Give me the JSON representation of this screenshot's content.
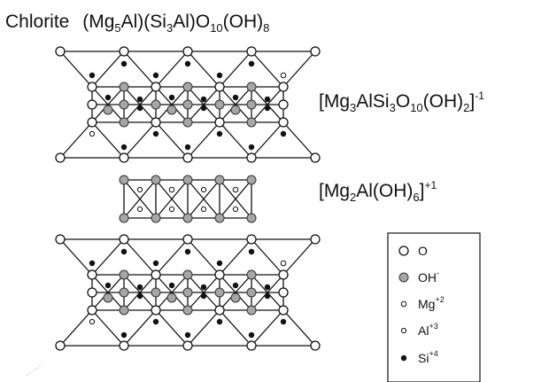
{
  "title": {
    "text": "Chlorite",
    "formula": [
      {
        "t": "(Mg"
      },
      {
        "t": "5",
        "sub": true
      },
      {
        "t": "Al)(Si"
      },
      {
        "t": "3",
        "sub": true
      },
      {
        "t": "Al)O"
      },
      {
        "t": "10",
        "sub": true
      },
      {
        "t": "(OH)"
      },
      {
        "t": "8",
        "sub": true
      }
    ]
  },
  "labels": {
    "tot_layer": [
      {
        "t": "[Mg"
      },
      {
        "t": "3",
        "sub": true
      },
      {
        "t": "AlSi"
      },
      {
        "t": "3",
        "sub": true
      },
      {
        "t": "O"
      },
      {
        "t": "10",
        "sub": true
      },
      {
        "t": "(OH)"
      },
      {
        "t": "2",
        "sub": true
      },
      {
        "t": "]"
      },
      {
        "t": "-1",
        "sup": true
      }
    ],
    "interlayer": [
      {
        "t": "[Mg"
      },
      {
        "t": "2",
        "sub": true
      },
      {
        "t": "Al(OH)"
      },
      {
        "t": "6",
        "sub": true
      },
      {
        "t": "]"
      },
      {
        "t": "+1",
        "sup": true
      }
    ]
  },
  "legend": {
    "items": [
      {
        "key": "o",
        "label": "O",
        "sup": ""
      },
      {
        "key": "oh",
        "label": "OH",
        "sup": "-"
      },
      {
        "key": "mg",
        "label": "Mg",
        "sup": "+2"
      },
      {
        "key": "al",
        "label": "Al",
        "sup": "+3"
      },
      {
        "key": "si",
        "label": "Si",
        "sup": "+4"
      }
    ]
  },
  "colors": {
    "ink": "#111111",
    "oxygen_fill": "#ffffff",
    "hydroxyl_fill": "#a6a6a6",
    "silicon_fill": "#111111",
    "background": "#ffffff"
  }
}
